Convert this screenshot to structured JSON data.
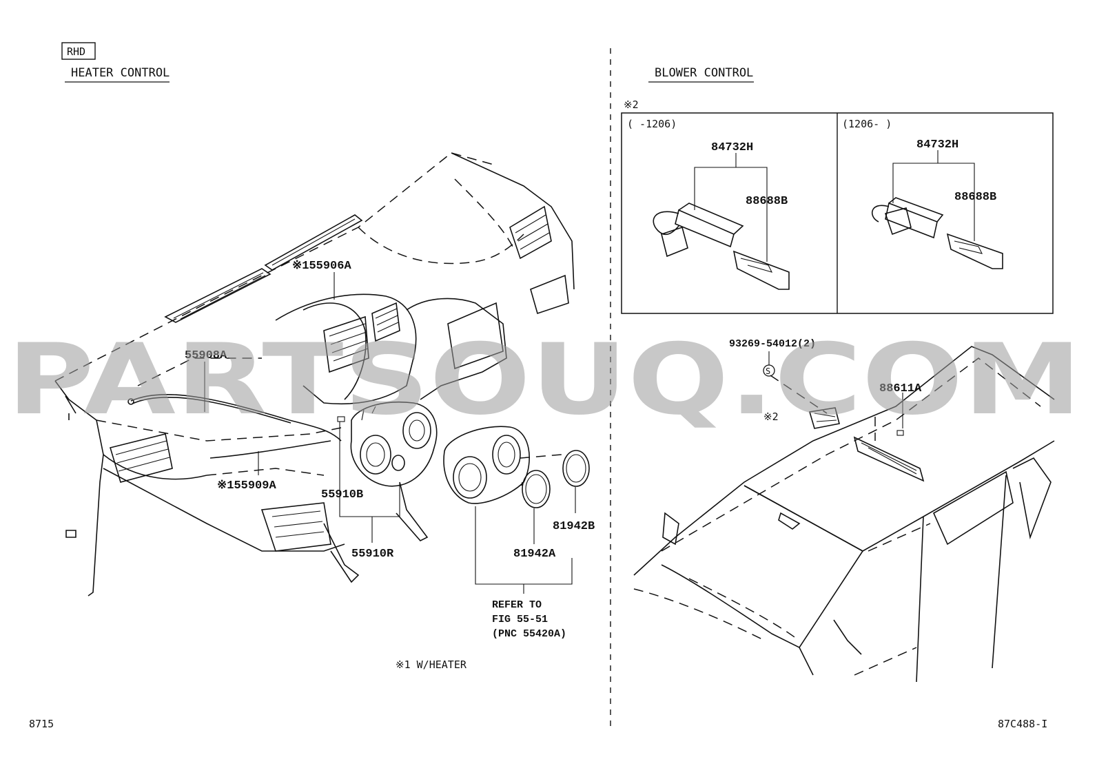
{
  "diagram": {
    "rhd_tag": "RHD",
    "heater_title": "HEATER CONTROL",
    "blower_title": "BLOWER CONTROL",
    "note_mark_2": "※2",
    "range_left": "(      -1206)",
    "range_right": "(1206-      )",
    "footnote": "※1 W/HEATER",
    "page_left": "8715",
    "page_right": "87C488-I",
    "watermark": "PARTSOUQ.COM",
    "parts": {
      "p55906A": "※155906A",
      "p55908A": "55908A",
      "p55909A": "※155909A",
      "p55910B": "55910B",
      "p55910R": "55910R",
      "p81942A": "81942A",
      "p81942B": "81942B",
      "p84732H_left": "84732H",
      "p88688B_left": "88688B",
      "p84732H_right": "84732H",
      "p88688B_right": "88688B",
      "p93269": "93269-54012(2)",
      "p88611A": "88611A",
      "p_note2_car": "※2",
      "s_circle": "S"
    },
    "refer": {
      "line1": "REFER TO",
      "line2": "FIG 55-51",
      "line3": "(PNC 55420A)"
    }
  }
}
